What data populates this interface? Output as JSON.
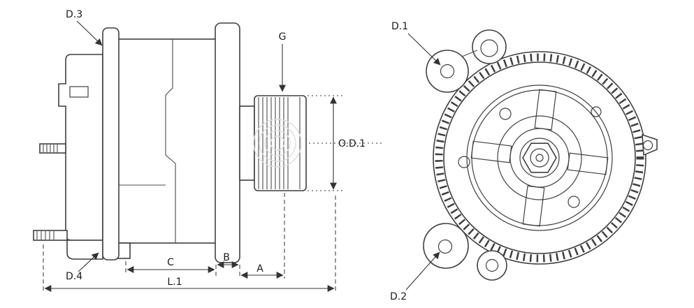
{
  "diagram": {
    "subject": "alternator-technical-drawing",
    "views": [
      "side-view",
      "front-view"
    ],
    "colors": {
      "line": "#3f3f3f",
      "label_text": "#1a1a1a",
      "background": "#ffffff",
      "watermark": "#dedede"
    },
    "side_view": {
      "labels": {
        "d3": "D.3",
        "g": "G",
        "od1": "O.D.1",
        "d4": "D.4",
        "c": "C",
        "b": "B",
        "a": "A",
        "l1": "L.1"
      }
    },
    "front_view": {
      "labels": {
        "d1": "D.1",
        "d2": "D.2"
      }
    }
  }
}
